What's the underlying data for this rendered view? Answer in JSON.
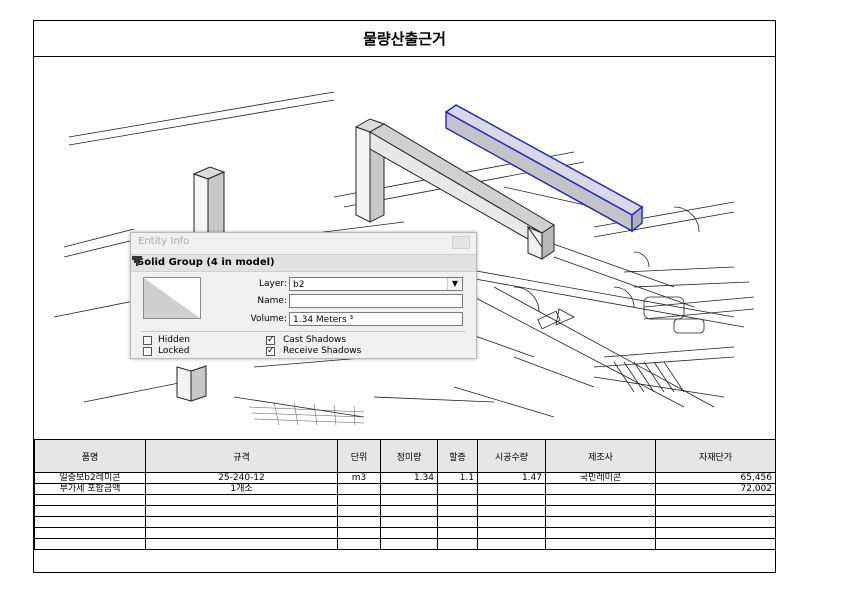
{
  "sheet": {
    "title": "물량산출근거"
  },
  "entity_info": {
    "window_title": "Entity Info",
    "header": "Solid Group (4 in model)",
    "layer_label": "Layer:",
    "layer_value": "b2",
    "name_label": "Name:",
    "name_value": "",
    "volume_label": "Volume:",
    "volume_value": "1.34 Meters ³",
    "hidden_label": "Hidden",
    "hidden_checked": false,
    "locked_label": "Locked",
    "locked_checked": false,
    "cast_shadows_label": "Cast Shadows",
    "cast_shadows_checked": true,
    "receive_shadows_label": "Receive Shadows",
    "receive_shadows_checked": true,
    "selection_color": "#1a22d8"
  },
  "table": {
    "headers": [
      "품명",
      "규격",
      "단위",
      "정미량",
      "할증",
      "시공수량",
      "제조사",
      "자재단가"
    ],
    "rows": [
      [
        "일중보b2레미콘",
        "25-240-12",
        "m3",
        "1.34",
        "1.1",
        "1.47",
        "국민레미콘",
        "65,456"
      ],
      [
        "부가세 포함금액",
        "1개소",
        "",
        "",
        "",
        "",
        "",
        "72,002"
      ],
      [
        "",
        "",
        "",
        "",
        "",
        "",
        "",
        ""
      ],
      [
        "",
        "",
        "",
        "",
        "",
        "",
        "",
        ""
      ],
      [
        "",
        "",
        "",
        "",
        "",
        "",
        "",
        ""
      ],
      [
        "",
        "",
        "",
        "",
        "",
        "",
        "",
        ""
      ],
      [
        "",
        "",
        "",
        "",
        "",
        "",
        "",
        ""
      ]
    ]
  }
}
